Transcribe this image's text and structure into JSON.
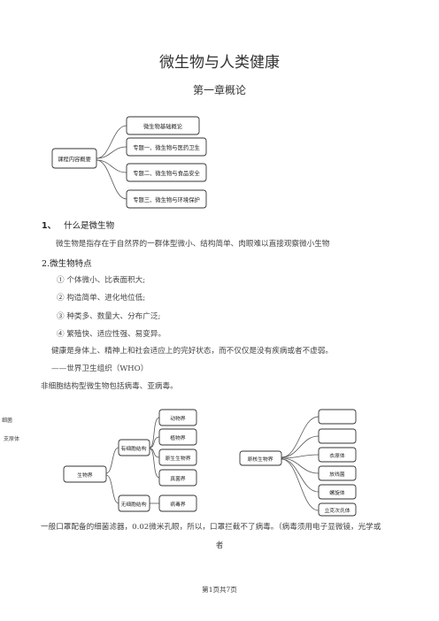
{
  "document": {
    "title": "微生物与人类健康",
    "chapter": "第一章概论"
  },
  "diagram1": {
    "root": "课程内容概要",
    "branches": [
      "微生物基础概论",
      "专题一、微生物与医药卫生",
      "专题二、微生物与食品安全",
      "专题三、微生物与环境保护"
    ]
  },
  "section1": {
    "number": "1、",
    "heading": "什么是微生物",
    "body": "微生物是指存在于自然界的一群体型微小、结构简单、肉眼难以直接观察微小生物"
  },
  "section2": {
    "heading": "2.微生物特点",
    "features": [
      "①  个体微小、比表面积大;",
      "②  构造简单、进化地位低;",
      "③  种类多、数量大、分布广泛;",
      "④  繁殖快、适应性强、易变异。"
    ],
    "health_definition": "健康是身体上、精神上和社会适应上的完好状态，而不仅仅是没有疾病或者不虚弱。",
    "who_source": "——世界卫生组织（WHO）",
    "noncellular_note": "非细胞结构型微生物包括病毒、亚病毒。"
  },
  "margin_labels": [
    "细菌",
    "支原体"
  ],
  "diagram2": {
    "root": "生物界",
    "cellular": "有细胞结构",
    "noncellular": "无细胞结构",
    "cellular_children": [
      "动物界",
      "植物界",
      "原生生物界",
      "真菌界"
    ],
    "noncellular_children": [
      "病毒界"
    ]
  },
  "diagram3": {
    "root": "原核生物界",
    "children": [
      "",
      "",
      "衣原体",
      "放线菌",
      "螺旋体",
      "立克次氏体"
    ]
  },
  "closing": {
    "line1": "一般口罩配备的细菌滤器，0.02微米孔眼，所以，口罩拦截不了病毒。（病毒须用电子显微镜，光学或",
    "line2": "者"
  },
  "footer": {
    "page": "第1页共7页"
  }
}
